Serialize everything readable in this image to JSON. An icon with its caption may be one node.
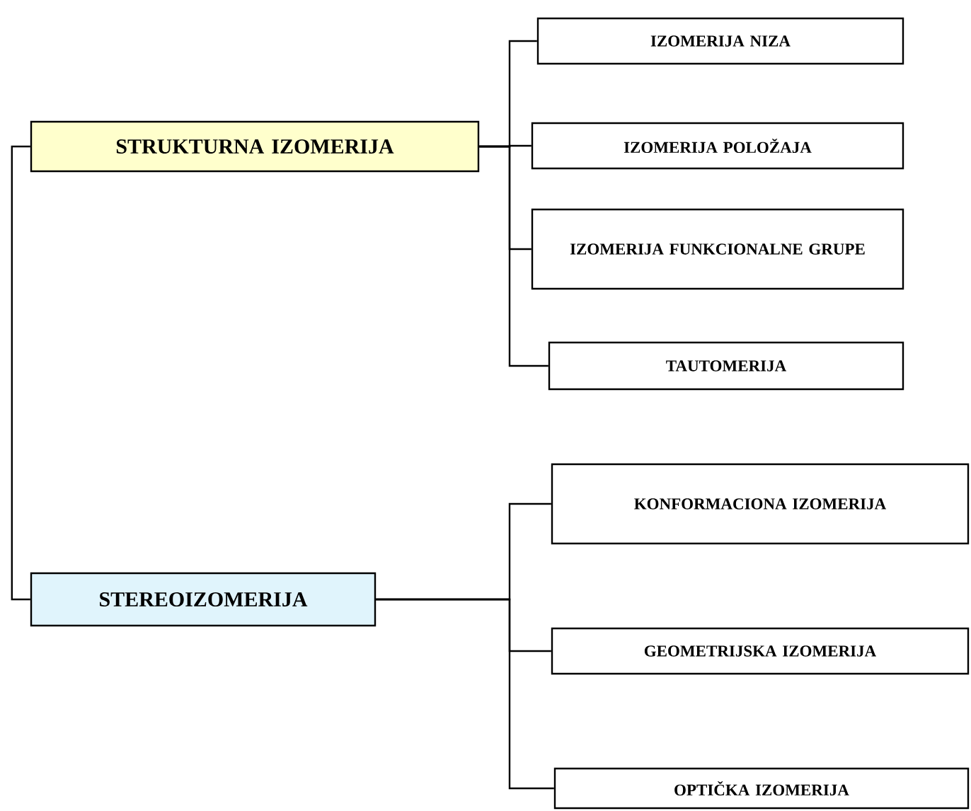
{
  "diagram": {
    "nodes": [
      {
        "text": [
          "STRUKTURNA IZOMERIJA"
        ]
      },
      {
        "text": [
          "IZOMERIJA NIZA"
        ]
      },
      {
        "text": [
          "IZOMERIJA POLOŽAJA"
        ]
      },
      {
        "text": [
          "IZOMERIJA FUNKCIONALNE GRUPE"
        ]
      },
      {
        "text": [
          "TAUTOMERIJA"
        ]
      },
      {
        "text": [
          "STEREOIZOMERIJA"
        ]
      },
      {
        "text": [
          "KONFORMACIONA IZOMERIJA"
        ]
      },
      {
        "text": [
          "GEOMETRIJSKA IZOMERIJA"
        ]
      },
      {
        "text": [
          "OPTIČKA IZOMERIJA"
        ]
      }
    ],
    "edges": [
      {
        "from": 0,
        "to": 5,
        "arrow": "none"
      },
      {
        "from": 0,
        "to": 1,
        "arrow": "none"
      },
      {
        "from": 0,
        "to": 2,
        "arrow": "none"
      },
      {
        "from": 0,
        "to": 3,
        "arrow": "none"
      },
      {
        "from": 0,
        "to": 4,
        "arrow": "none"
      },
      {
        "from": 5,
        "to": 6,
        "arrow": "none"
      },
      {
        "from": 5,
        "to": 7,
        "arrow": "none"
      },
      {
        "from": 5,
        "to": 8,
        "arrow": "none"
      }
    ]
  }
}
